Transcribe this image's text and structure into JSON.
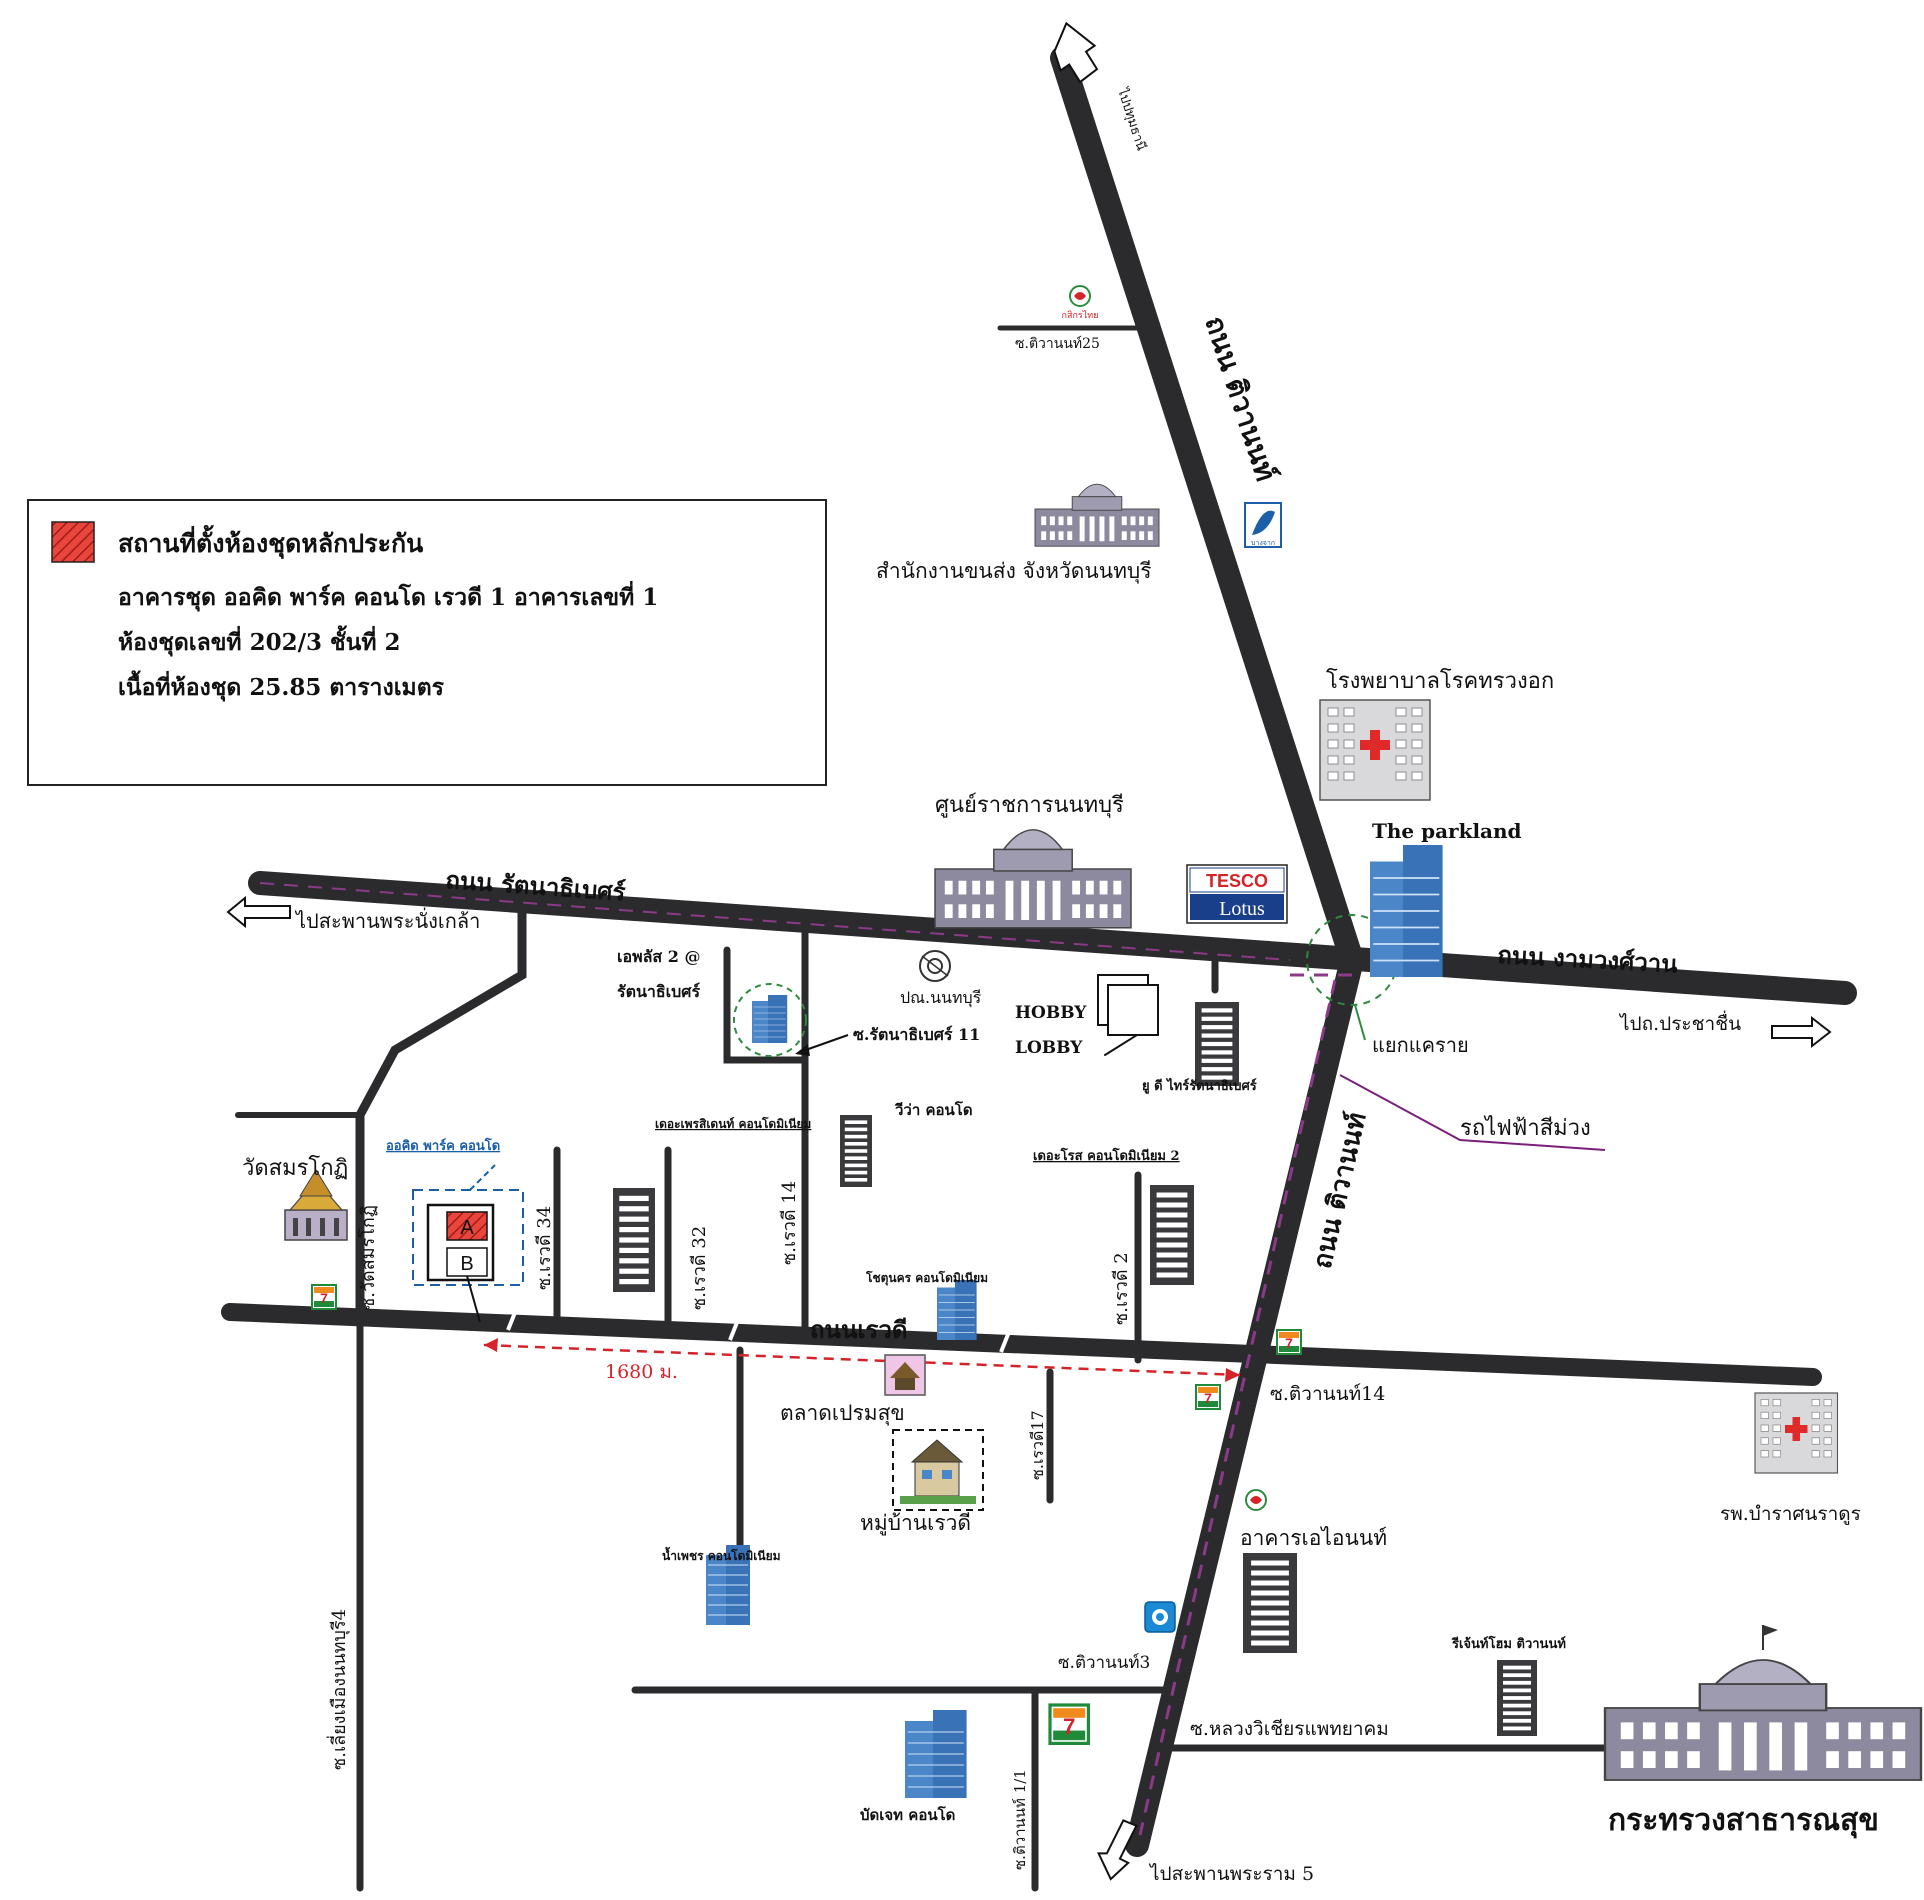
{
  "legend": {
    "title": "สถานที่ตั้งห้องชุดหลักประกัน",
    "line1": "อาคารชุด ออคิด พาร์ค คอนโด เรวดี 1 อาคารเลขที่ 1",
    "line2": "ห้องชุดเลขที่ 202/3  ชั้นที่ 2",
    "line3": "เนื้อที่ห้องชุด 25.85 ตารางเมตร",
    "swatch_color": "#e8453c"
  },
  "roads": {
    "tiwanon_north": "ถนน ติวานนท์",
    "tiwanon_south": "ถนน ติวานนท์",
    "rattanathibet": "ถนน รัตนาธิเบศร์",
    "ngamwongwan": "ถนน งามวงศ์วาน",
    "rewadee": "ถนนเรวดี"
  },
  "directions": {
    "to_pathum": "ไปปทุมธานี",
    "to_phra_nangklao": "ไปสะพานพระนั่งเกล้า",
    "to_prachachuen": "ไปถ.ประชาชื่น",
    "to_rama5": "ไปสะพานพระราม 5"
  },
  "sois": {
    "tiwanon25": "ซ.ติวานนท์25",
    "rattanathibet11": "ซ.รัตนาธิเบศร์ 11",
    "wat_samon": "ซ.วัดสมรโกฏิ",
    "rewadee34": "ซ.เรวดี 34",
    "rewadee32": "ซ.เรวดี 32",
    "rewadee14": "ซ.เรวดี 14",
    "rewadee2": "ซ.เรวดี 2",
    "rewadee17": "ซ.เรวดี17",
    "tiwanon14": "ซ.ติวานนท์14",
    "tiwanon3": "ซ.ติวานนท์3",
    "tiwanon1_1": "ซ.ติวานนท์ 1/1",
    "luang_wichian": "ซ.หลวงวิเชียรแพทยาคม",
    "liang_mueang": "ซ.เลี่ยงเมืองนนทบุรี4"
  },
  "places": {
    "transport_office": "สำนักงานขนส่ง จังหวัดนนทบุรี",
    "chest_hospital": "โรงพยาบาลโรคทรวงอก",
    "government_center": "ศูนย์ราชการนนทบุรี",
    "parkland": "The parkland",
    "tesco_top": "TESCO",
    "tesco_bottom": "Lotus",
    "bangchak": "บางจาก",
    "kbank": "กสิกรไทย",
    "plus2_a": "เอพลัส 2 @",
    "plus2_b": "รัตนาธิเบศร์",
    "post_office": "ปณ.นนทบุรี",
    "hobby": "HOBBY",
    "lobby": "LOBBY",
    "ud_ratthanathibet": "ยู ดี ไทร์รัตนาธิเบศร์",
    "khae_rai": "แยกแคราย",
    "purple_line": "รถไฟฟ้าสีม่วง",
    "orchid_park": "ออคิด พาร์ค คอนโด",
    "the_president": "เดอะเพรสิเดนท์ คอนโดมิเนียม",
    "viva": "วีว่า คอนโด",
    "the_rose": "เดอะโรส คอนโดมิเนียม 2",
    "wat_samon": "วัดสมรโกฏิ",
    "supalai_condo": "โชตุนคร คอนโดมิเนียม",
    "distance": "1680 ม.",
    "prem_market": "ตลาดเปรมสุข",
    "rewadee_village": "หมู่บ้านเรวดี",
    "namphet_condo": "น้ำเพชร คอนโดมิเนียม",
    "bamrat_hospital": "รพ.บำราศนราดูร",
    "i_non_building": "อาคารเอไอนนท์",
    "regent_home": "รีเจ้นท์โฮม ติวานนท์",
    "bangkok_condo": "บัดเจท คอนโด",
    "ministry": "กระทรวงสาธารณสุข",
    "seven_eleven": "7-ELEVEn",
    "unit_a": "A",
    "unit_b": "B"
  },
  "colors": {
    "road": "#2b2b2e",
    "dash_purple": "#8a3a86",
    "distance_red": "#d4242a",
    "purple_line": "#7a1f7a",
    "building_dark": "#3a3a3d",
    "building_blue": "#4a86c8"
  }
}
